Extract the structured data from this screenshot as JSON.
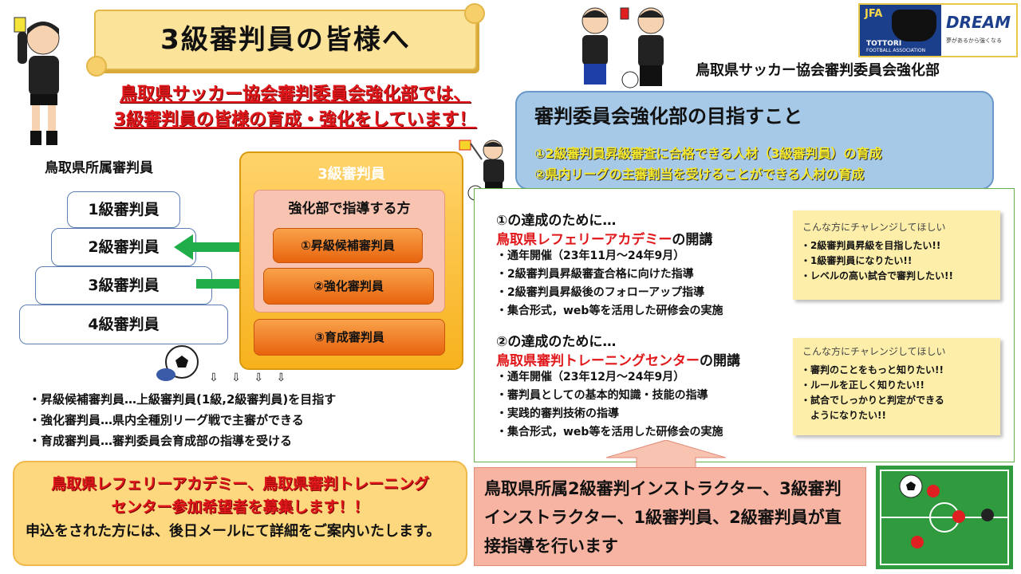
{
  "title": "3級審判員の皆様へ",
  "subtitle_line1": "鳥取県サッカー協会審判委員会強化部では、",
  "subtitle_line2": "3級審判員の皆様の育成・強化をしています！",
  "org_name": "鳥取県サッカー協会審判委員会強化部",
  "logo": {
    "jfa": "JFA",
    "tottori": "TOTTORI",
    "association": "FOOTBALL ASSOCIATION",
    "dream": "DREAM",
    "slogan": "夢があるから強くなる"
  },
  "left_label": "鳥取県所属審判員",
  "levels": [
    "1級審判員",
    "2級審判員",
    "3級審判員",
    "4級審判員"
  ],
  "gold_title": "3級審判員",
  "pink_title": "強化部で指導する方",
  "categories": [
    "①昇級候補審判員",
    "②強化審判員",
    "③育成審判員"
  ],
  "arrows_small": "⇩ ⇩ ⇩ ⇩",
  "descriptions": [
    "・昇級候補審判員…上級審判員(1級,2級審判員)を目指す",
    "・強化審判員…県内全種別リーグ戦で主審ができる",
    "・育成審判員…審判委員会育成部の指導を受ける"
  ],
  "recruit_line1": "鳥取県レフェリーアカデミー、鳥取県審判トレーニング",
  "recruit_line2": "センター参加希望者を募集します！！",
  "recruit_body": "申込をされた方には、後日メールにて詳細をご案内いたします。",
  "goal_title": "審判委員会強化部の目指すこと",
  "goal_items": [
    "①2級審判員昇級審査に合格できる人材（3級審判員）の育成",
    "②県内リーグの主審割当を受けることができる人材の育成"
  ],
  "section1": {
    "heading": "①の達成のために…",
    "program": "鳥取県レフェリーアカデミー",
    "suffix": "の開講",
    "bullets": [
      "・通年開催（23年11月～24年9月）",
      "・2級審判員昇級審査合格に向けた指導",
      "・2級審判員昇級後のフォローアップ指導",
      "・集合形式，web等を活用した研修会の実施"
    ],
    "note_title": "こんな方にチャレンジしてほしい",
    "note_items": [
      "・2級審判員昇級を目指したい!!",
      "・1級審判員になりたい!!",
      "・レベルの高い試合で審判したい!!"
    ]
  },
  "section2": {
    "heading": "②の達成のために…",
    "program": "鳥取県審判トレーニングセンター",
    "suffix": "の開講",
    "bullets": [
      "・通年開催（23年12月～24年9月）",
      "・審判員としての基本的知識・技能の指導",
      "・実践的審判技術の指導",
      "・集合形式，web等を活用した研修会の実施"
    ],
    "note_title": "こんな方にチャレンジしてほしい",
    "note_items": [
      "・審判のことをもっと知りたい!!",
      "・ルールを正しく知りたい!!",
      "・試合でしっかりと判定ができる",
      "　ようになりたい!!"
    ]
  },
  "instructors": "鳥取県所属2級審判インストラクター、3級審判インストラクター、1級審判員、2級審判員が直接指導を行います",
  "colors": {
    "red": "#e0181b",
    "gold": "#f7b21d",
    "blue_box": "#a6c9e8",
    "green_arrow": "#1fae4a",
    "salmon": "#f8b4a2"
  }
}
